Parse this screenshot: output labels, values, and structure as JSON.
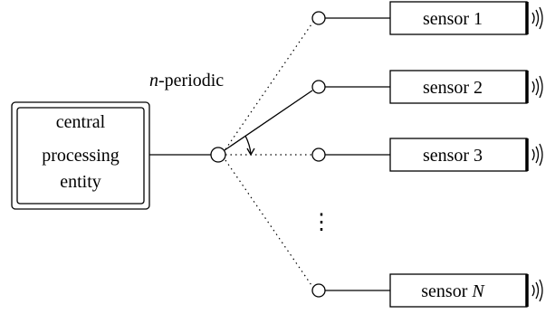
{
  "central_box": {
    "lines": [
      "central",
      "processing",
      "entity"
    ]
  },
  "switch_label": {
    "var": "n",
    "suffix": "-periodic"
  },
  "sensors": [
    {
      "prefix": "sensor",
      "index": "1",
      "active": false
    },
    {
      "prefix": "sensor",
      "index": "2",
      "active": true
    },
    {
      "prefix": "sensor",
      "index": "3",
      "active": false
    },
    {
      "prefix": "sensor",
      "index": "N",
      "active": false,
      "index_italic": true
    }
  ],
  "ellipsis": "⋮",
  "icons": {
    "sensor_signal": "wireless-signal-icon",
    "rotation": "rotation-arrow-icon"
  }
}
